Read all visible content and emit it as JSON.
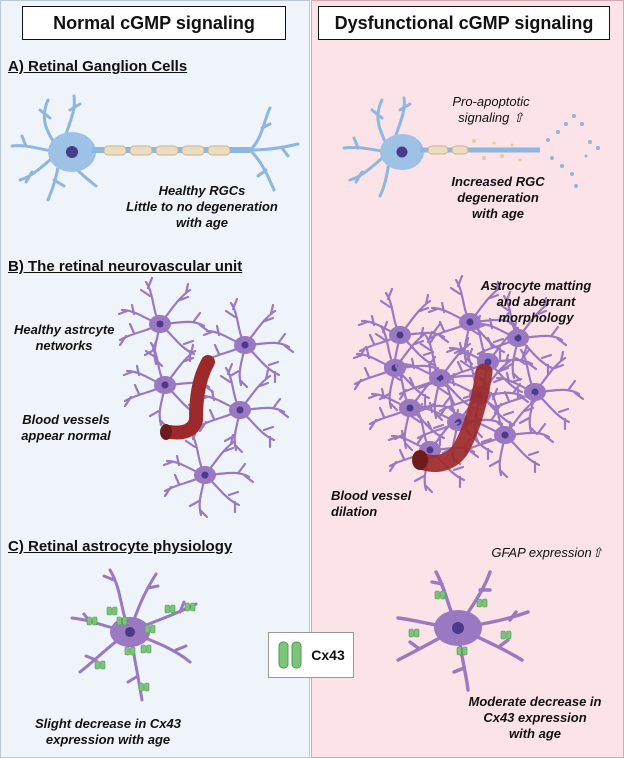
{
  "headers": {
    "left": "Normal cGMP signaling",
    "right": "Dysfunctional cGMP signaling"
  },
  "sections": {
    "a": "A) Retinal Ganglion Cells",
    "b": "B) The retinal neurovascular unit",
    "c": "C) Retinal astrocyte physiology"
  },
  "captions": {
    "healthy_rgcs": [
      "Healthy RGCs",
      "Little to no degeneration",
      "with age"
    ],
    "pro_apoptotic": [
      "Pro-apoptotic",
      "signaling ⇧"
    ],
    "increased_rgc": [
      "Increased RGC",
      "degeneration",
      "with age"
    ],
    "healthy_astro": [
      "Healthy astrcyte",
      "networks"
    ],
    "blood_normal": [
      "Blood vessels",
      "appear normal"
    ],
    "astro_matting": [
      "Astrocyte matting",
      "and aberrant",
      "morphology"
    ],
    "blood_dilation": [
      "Blood vessel",
      "dilation"
    ],
    "gfap": [
      "GFAP expression⇧"
    ],
    "slight_decrease": [
      "Slight decrease in Cx43",
      "expression with age"
    ],
    "moderate_decrease": [
      "Moderate decrease in",
      "Cx43 expression",
      "with age"
    ]
  },
  "legend": {
    "label": "Cx43",
    "icon": "cx43-channel-icon"
  },
  "colors": {
    "left_bg": "#eef4f9",
    "right_bg": "#fbe3e8",
    "neuron": "#8db6e0",
    "astrocyte": "#9a78c2",
    "nucleus": "#4a3a8a",
    "vessel": "#9c2a2a",
    "cx43": "#7cc47a"
  }
}
